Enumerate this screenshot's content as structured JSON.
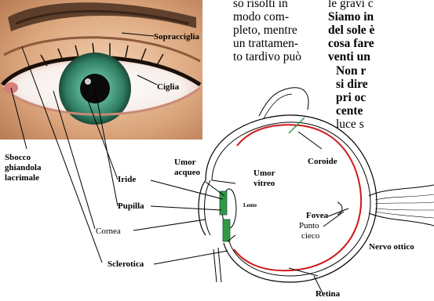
{
  "text_mid": [
    "so risolti in",
    "modo com-",
    "pleto, mentre",
    "un trattamen-",
    "to tardivo può"
  ],
  "text_right": [
    "le gravi c",
    "Siamo in",
    "del sole è",
    "cosa fare",
    "venti un"
  ],
  "text_right2": [
    "Non r",
    "si dire",
    "pri oc",
    "cente",
    "luce s"
  ],
  "labels": {
    "sopracciglia": "Sopracciglia",
    "ciglia": "Ciglia",
    "iride": "Iride",
    "pupilla": "Pupilla",
    "cornea": "Cornea",
    "sclerotica": "Sclerotica",
    "sbocco": "Sbocco",
    "ghiandola": "ghiandola",
    "lacrimale": "lacrimale",
    "umor_acqueo_1": "Umor",
    "umor_acqueo_2": "acqueo",
    "umor_vitreo_1": "Umor",
    "umor_vitreo_2": "vitreo",
    "lente": "Lente",
    "coroide": "Coroide",
    "fovea": "Fovea",
    "punto_cieco_1": "Punto",
    "punto_cieco_2": "cieco",
    "nervo_ottico": "Nervo ottico",
    "retina": "Retina"
  },
  "colors": {
    "iris": "#3f8f72",
    "iris_dark": "#21523f",
    "retina": "#d01818",
    "lens": "#2f9a45",
    "skin": "#e6b38c"
  }
}
